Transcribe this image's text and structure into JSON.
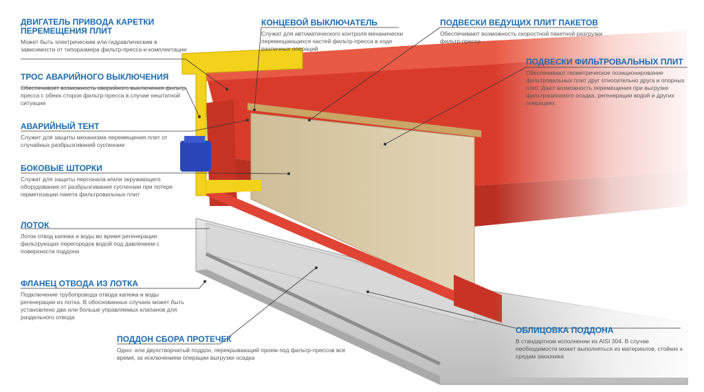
{
  "callouts": {
    "drive_motor": {
      "title": "ДВИГАТЕЛЬ ПРИВОДА КАРЕТКИ ПЕРЕМЕЩЕНИЯ ПЛИТ",
      "desc": "Может быть электрическим или гидравлическим в зависимости от типоразмера фильтр-пресса и комплектации"
    },
    "emergency_cable": {
      "title": "ТРОС АВАРИЙНОГО ВЫКЛЮЧЕНИЯ",
      "desc": "Обеспечивает возможность аварийного выключения фильтр-пресса с обеих сторон фильтр-пресса в случае нештатной ситуации"
    },
    "emergency_tent": {
      "title": "АВАРИЙНЫЙ ТЕНТ",
      "desc": "Служит для защиты механизма перемещения плит от случайных разбрызгиваний суспензии"
    },
    "side_curtains": {
      "title": "БОКОВЫЕ ШТОРКИ",
      "desc": "Служат для защиты персонала и/или окружающего оборудования от разбрызгивания суспензии при потере герметизации пакета фильтровальных плит"
    },
    "tray": {
      "title": "ЛОТОК",
      "desc": "Лоток отвод капежа и воды во время регенерации фильтрующих перегородок водой под давлением с поверхности поддона"
    },
    "tray_flange": {
      "title": "ФЛАНЕЦ ОТВОДА ИЗ ЛОТКА",
      "desc": "Подключение трубопровода отвода капежа и воды регенерации из лотка. В обоснованных случаях может быть установлено два или больше управляемых клапанов для раздельного отвода"
    },
    "drip_pan": {
      "title": "ПОДДОН СБОРА ПРОТЕЧЕК",
      "desc": "Одно- или двухстворчатый поддон, перекрывающий проем под фильтр-прессов все время, за исключением операции выгрузки осадка"
    },
    "limit_switch": {
      "title": "КОНЦЕВОЙ ВЫКЛЮЧАТЕЛЬ",
      "desc": "Служат для автоматического контроля механически перемещающихся частей фильтр-пресса в ходе различных операций"
    },
    "lead_plate_hangers": {
      "title": "ПОДВЕСКИ ВЕДУЩИХ ПЛИТ ПАКЕТОВ",
      "desc": "Обеспечивают возможность скоростной пакетной разгрузки фильтр-пресса"
    },
    "filter_plate_hangers": {
      "title": "ПОДВЕСКИ ФИЛЬТРОВАЛЬНЫХ ПЛИТ",
      "desc": "Обеспечивают геометрическое позиционирование фильтровальных плит друг относительно друга и опорных плит. Дают возможность перемещения при выгрузке фильтрационного осадка, регенерации водой и других операциях"
    },
    "pan_lining": {
      "title": "ОБЛИЦОВКА ПОДДОНА",
      "desc": "В стандартном исполнении из AISI 304. В случае необходимости может выполняться из материалов, стойких к средам заказчика"
    }
  },
  "colors": {
    "title_blue": "#1a6bb0",
    "frame_red": "#d93b2b",
    "bracket_yellow": "#f2d21a",
    "motor_blue": "#2a46b8",
    "plates_beige": "#d8c7a3",
    "tray_gray": "#c9c9c9"
  }
}
